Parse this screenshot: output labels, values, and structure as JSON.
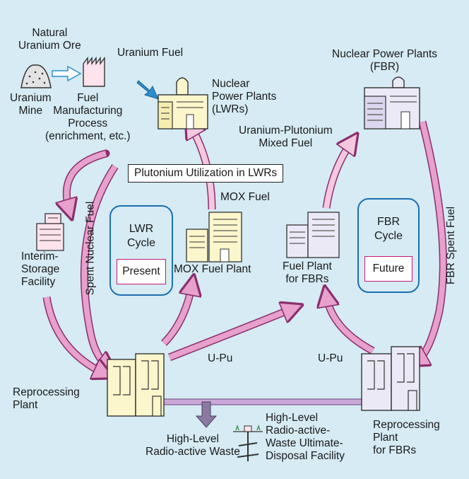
{
  "labels": {
    "natural_uranium_ore": [
      "Natural",
      "Uranium Ore"
    ],
    "uranium_mine": [
      "Uranium",
      "Mine"
    ],
    "uranium_fuel": "Uranium Fuel",
    "fuel_manufacturing": [
      "Fuel",
      "Manufacturing",
      "Process",
      "(enrichment, etc.)"
    ],
    "npp_lwr": [
      "Nuclear",
      "Power Plants",
      "(LWRs)"
    ],
    "npp_fbr": [
      "Nuclear Power Plants",
      "(FBR)"
    ],
    "u_pu_mixed_fuel": [
      "Uranium-Plutonium",
      "Mixed Fuel"
    ],
    "plutonium_utilization": "Plutonium Utilization in LWRs",
    "mox_fuel": "MOX Fuel",
    "interim_storage": [
      "Interim-",
      "Storage",
      "Facility"
    ],
    "spent_nuclear_fuel": "Spent Nuclear Fuel",
    "mox_fuel_plant": "MOX Fuel Plant",
    "fuel_plant_fbr": [
      "Fuel Plant",
      "for FBRs"
    ],
    "fbr_spent_fuel": "FBR Spent Fuel",
    "reprocessing_plant": [
      "Reprocessing",
      "Plant"
    ],
    "u_pu_left": "U-Pu",
    "u_pu_right": "U-Pu",
    "hlw": [
      "High-Level",
      "Radio-active Waste"
    ],
    "hlw_disposal": [
      "High-Level",
      "Radio-active-",
      "Waste Ultimate-",
      "Disposal Facility"
    ],
    "reprocessing_fbr": [
      "Reprocessing",
      "Plant",
      "for FBRs"
    ]
  },
  "cycles": {
    "lwr": {
      "title": [
        "LWR",
        "Cycle"
      ],
      "status": "Present"
    },
    "fbr": {
      "title": [
        "FBR",
        "Cycle"
      ],
      "status": "Future"
    }
  },
  "colors": {
    "background": "#d6ebf3",
    "arrow_pink": "#e8a0cc",
    "arrow_pink_light": "#f6c8df",
    "arrow_outline": "#8a2f6f",
    "cycle_border": "#1d6fb0",
    "status_border": "#c2187a",
    "lwr_building": "#fbf6cc",
    "fbr_building": "#ece9f6",
    "fuel_arrow_blue": "#2a8fd0"
  }
}
